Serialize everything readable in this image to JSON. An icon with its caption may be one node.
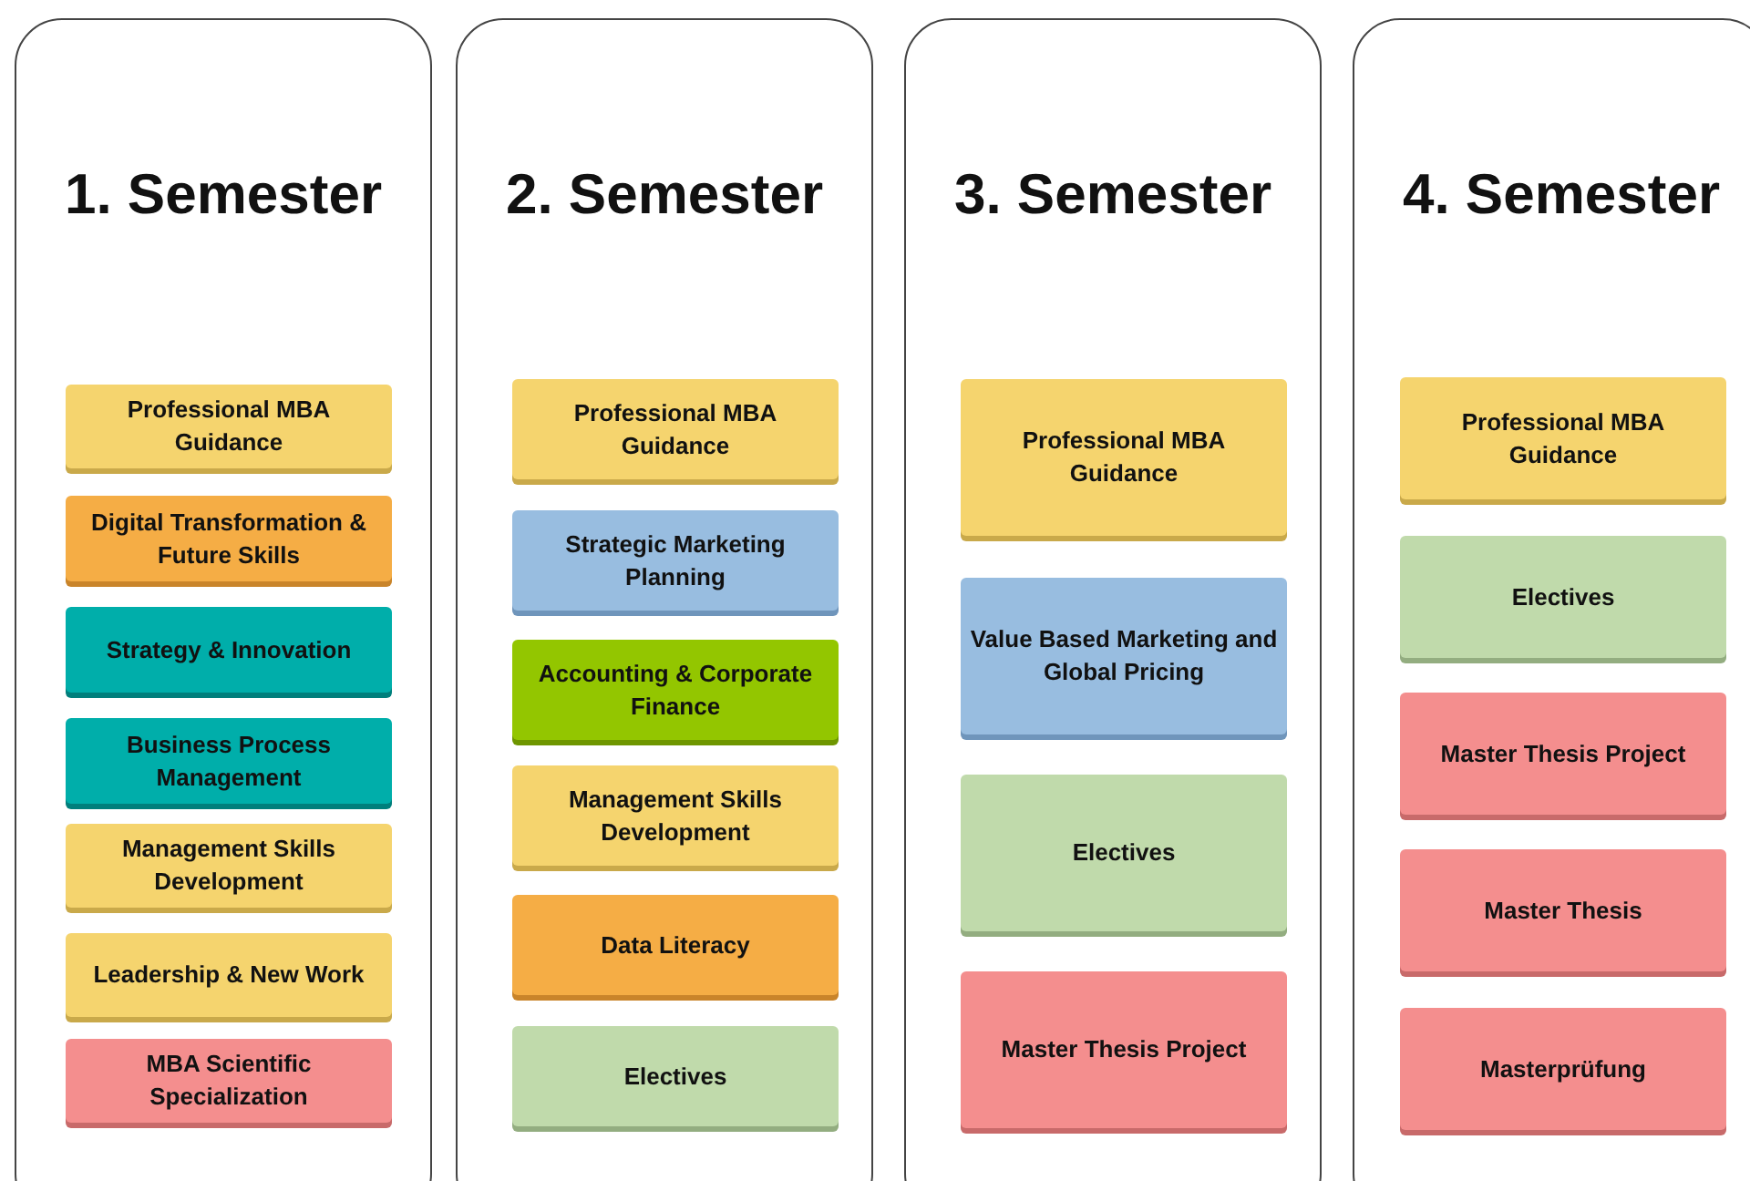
{
  "diagram": {
    "nodes": [
      {
        "text": [
          "1. Semester"
        ]
      },
      {
        "text": [
          "Professional MBA Guidance"
        ],
        "in": 0
      },
      {
        "text": [
          "Digital Transformation & Future Skills"
        ],
        "in": 0
      },
      {
        "text": [
          "Strategy & Innovation"
        ],
        "in": 0
      },
      {
        "text": [
          "Business Process Management"
        ],
        "in": 0
      },
      {
        "text": [
          "Management Skills Development"
        ],
        "in": 0
      },
      {
        "text": [
          "Leadership & New Work"
        ],
        "in": 0
      },
      {
        "text": [
          "MBA Scientific Specialization"
        ],
        "in": 0
      },
      {
        "text": [
          "2. Semester"
        ]
      },
      {
        "text": [
          "Professional MBA Guidance"
        ],
        "in": 8
      },
      {
        "text": [
          "Strategic Marketing Planning"
        ],
        "in": 8
      },
      {
        "text": [
          "Accounting & Corporate Finance"
        ],
        "in": 8
      },
      {
        "text": [
          "Management Skills Development"
        ],
        "in": 8
      },
      {
        "text": [
          "Data Literacy"
        ],
        "in": 8
      },
      {
        "text": [
          "Electives"
        ],
        "in": 8
      },
      {
        "text": [
          "3. Semester"
        ]
      },
      {
        "text": [
          "Professional MBA Guidance"
        ],
        "in": 15
      },
      {
        "text": [
          "Value Based Marketing and Global Pricing"
        ],
        "in": 15
      },
      {
        "text": [
          "Electives"
        ],
        "in": 15
      },
      {
        "text": [
          "Master Thesis Project"
        ],
        "in": 15
      },
      {
        "text": [
          "4. Semester"
        ]
      },
      {
        "text": [
          "Professional MBA Guidance"
        ],
        "in": 20
      },
      {
        "text": [
          "Electives"
        ],
        "in": 20
      },
      {
        "text": [
          "Master Thesis Project"
        ],
        "in": 20
      },
      {
        "text": [
          "Master Thesis"
        ],
        "in": 20
      },
      {
        "text": [
          "Masterprüfung"
        ],
        "in": 20
      }
    ]
  }
}
